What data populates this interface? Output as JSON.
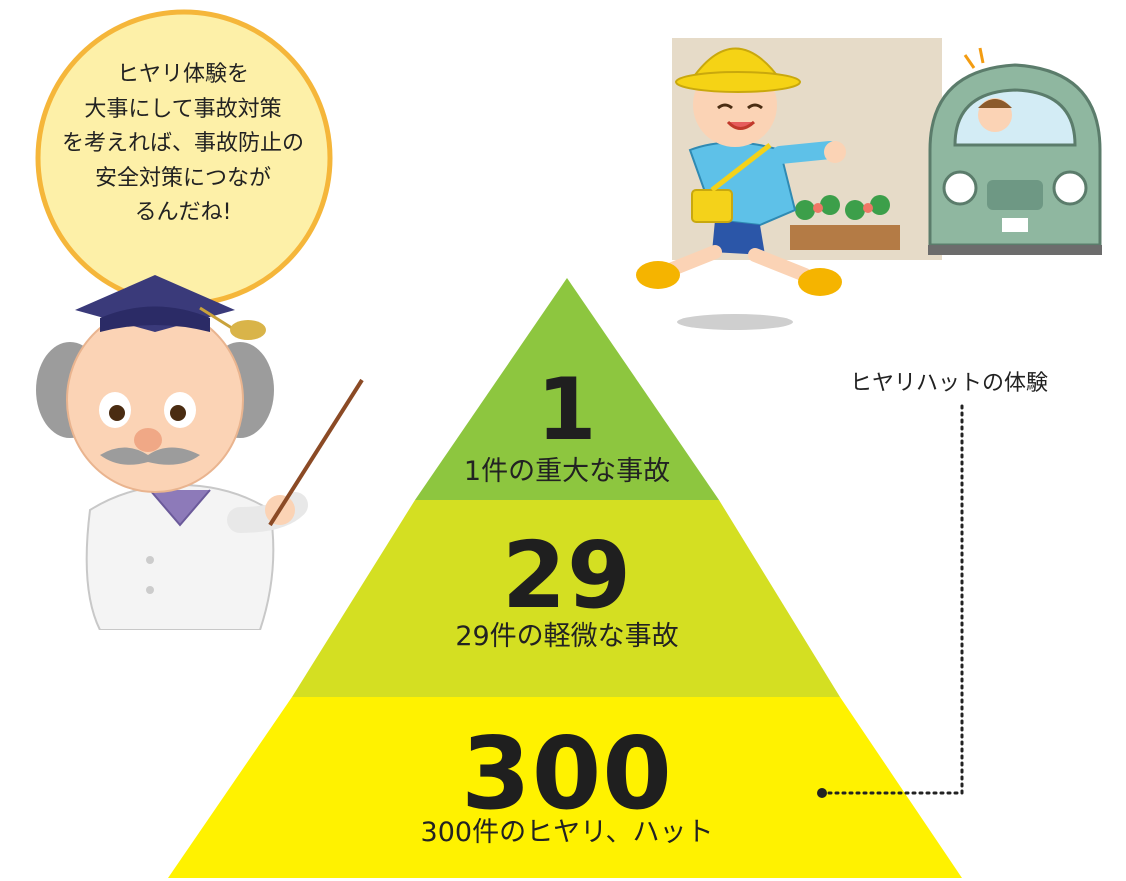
{
  "speech_bubble": {
    "text": "ヒヤリ体験を\n大事にして事故対策\nを考えれば、事故防止の\n安全対策につなが\nるんだね!"
  },
  "pyramid": {
    "tiers": [
      {
        "number": "1",
        "label": "1件の重大な事故",
        "color": "#8dc63f"
      },
      {
        "number": "29",
        "label": "29件の軽微な事故",
        "color": "#d4df22"
      },
      {
        "number": "300",
        "label": "300件のヒヤリ、ハット",
        "color": "#fff200"
      }
    ]
  },
  "callout": {
    "label": "ヒヤリハットの体験"
  },
  "colors": {
    "bubble_fill": "#fdf0a8",
    "bubble_border": "#f5b63a"
  }
}
